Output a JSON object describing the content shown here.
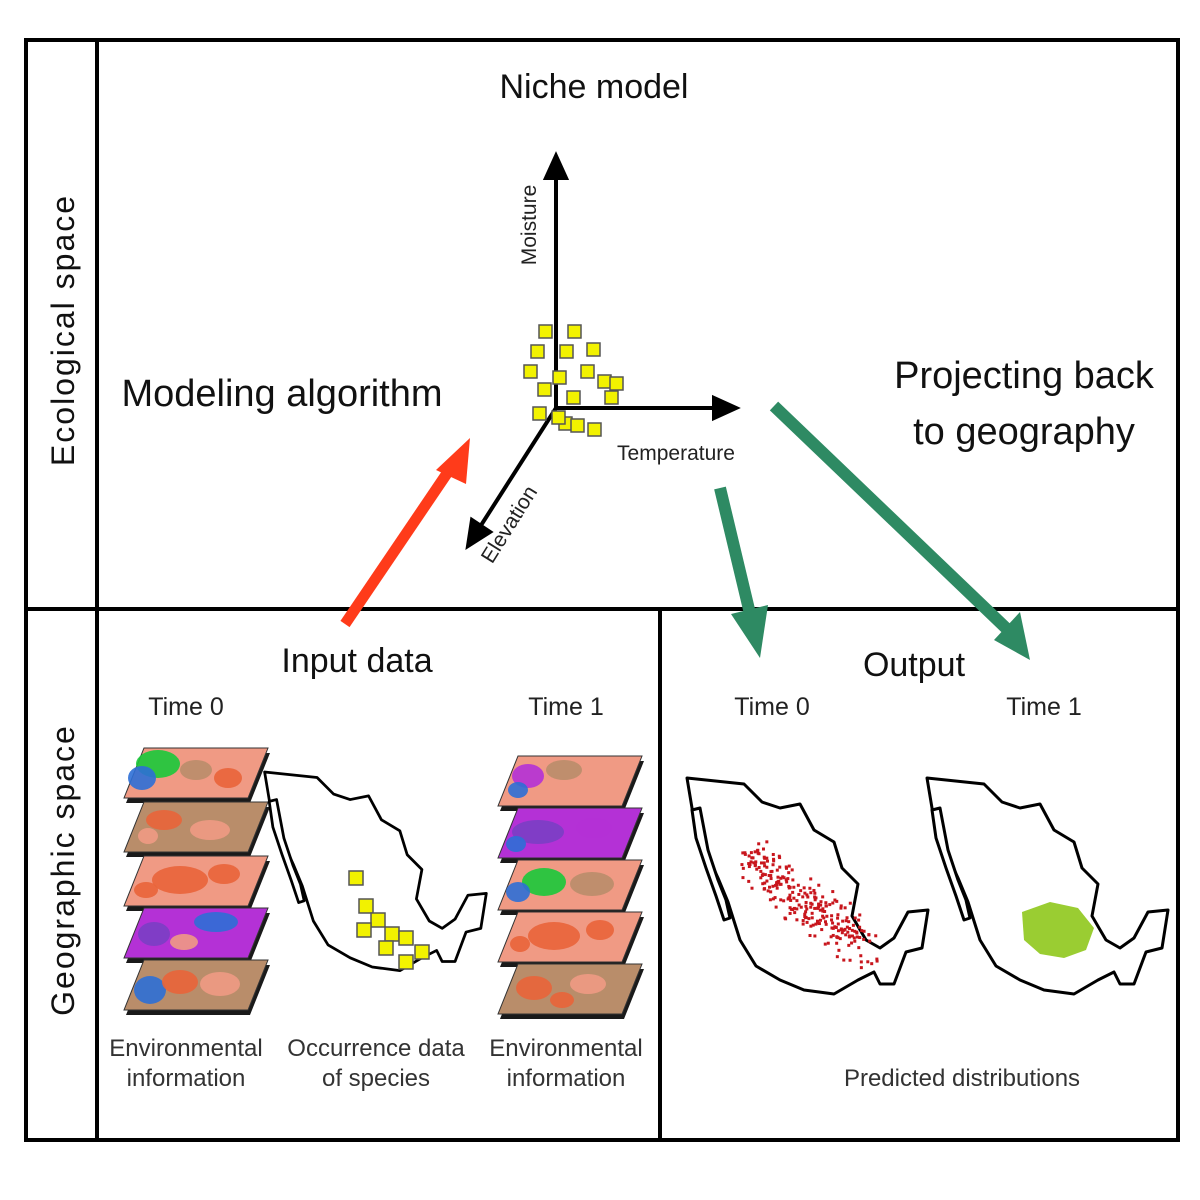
{
  "panels": {
    "ecological_space": "Ecological space",
    "geographic_space": "Geographic space"
  },
  "niche_model": {
    "title": "Niche model",
    "axes": {
      "vertical": "Moisture",
      "horizontal": "Temperature",
      "diagonal": "Elevation"
    },
    "point_color": "#f2f200"
  },
  "arrows": {
    "modeling_label": "Modeling algorithm",
    "modeling_color": "#ff3b1a",
    "projecting_label_line1": "Projecting back",
    "projecting_label_line2": "to geography",
    "projecting_color": "#2e8a63"
  },
  "input_data": {
    "title": "Input data",
    "time0": "Time 0",
    "time1": "Time 1",
    "env_caption_line1": "Environmental",
    "env_caption_line2": "information",
    "occ_caption_line1": "Occurrence data",
    "occ_caption_line2": "of species"
  },
  "output": {
    "title": "Output",
    "time0": "Time 0",
    "time1": "Time 1",
    "caption": "Predicted distributions",
    "time0_color": "#c8161d",
    "time1_color": "#9acd32"
  },
  "layer_colors": {
    "blue": "#2d6fd6",
    "green": "#19c93a",
    "salmon": "#f09a84",
    "orange": "#e9643a",
    "tan": "#b98d6a",
    "magenta": "#b431d6",
    "purple": "#7a3fc4"
  }
}
